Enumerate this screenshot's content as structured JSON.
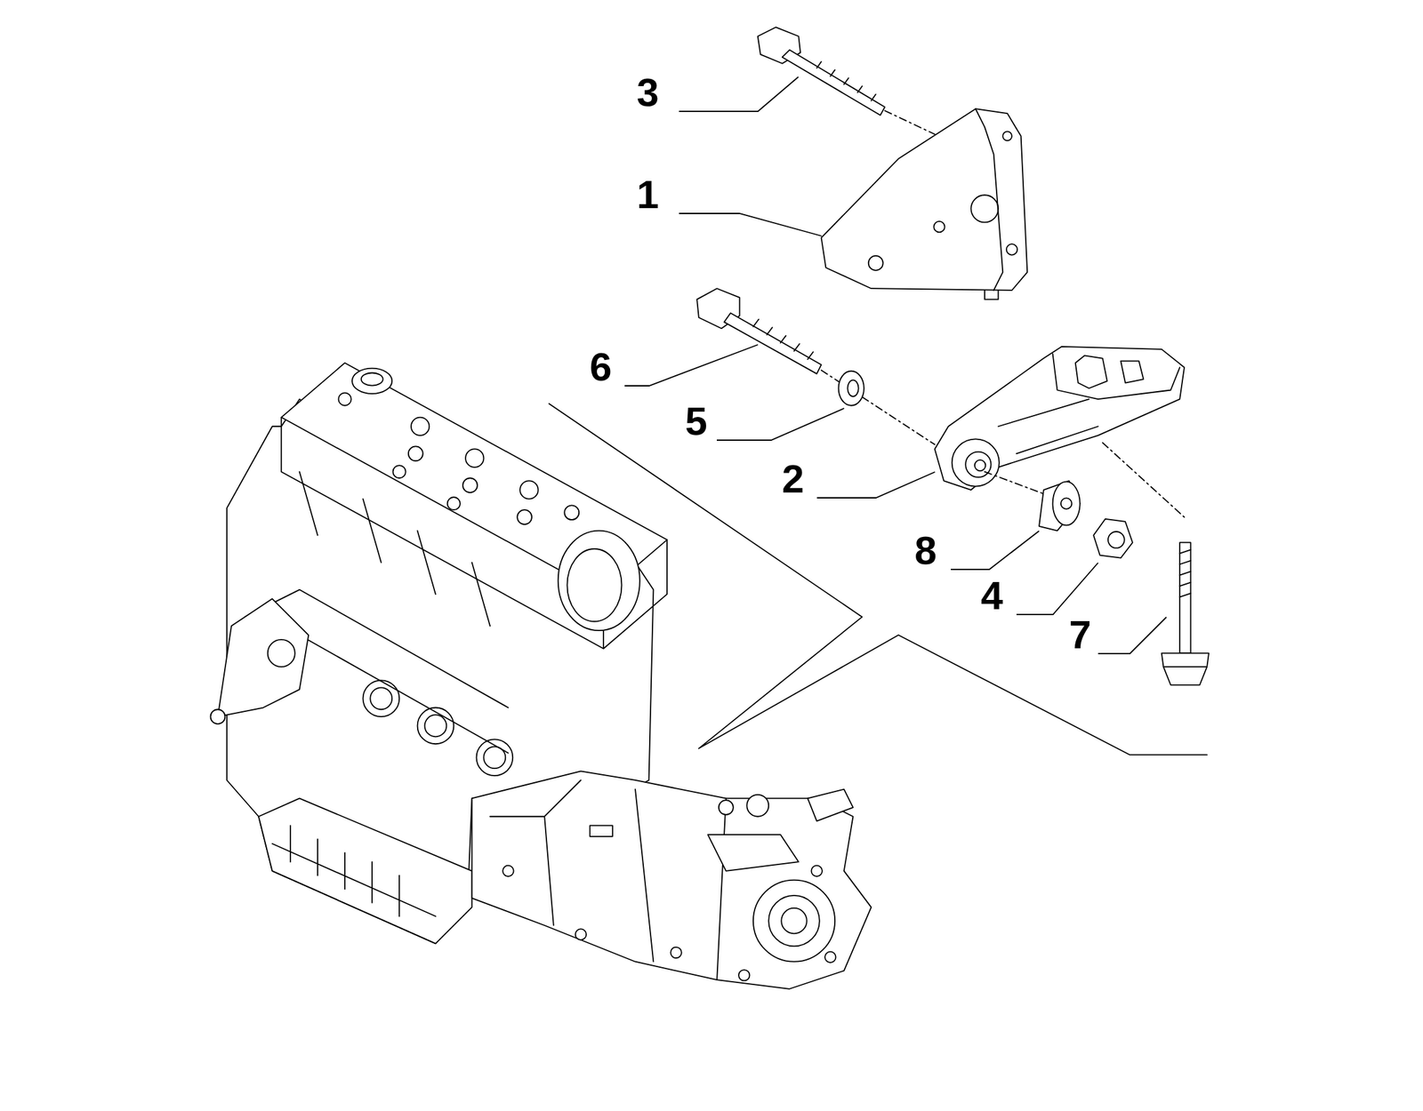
{
  "diagram": {
    "labels": [
      "3",
      "1",
      "6",
      "5",
      "2",
      "8",
      "4",
      "7"
    ]
  }
}
